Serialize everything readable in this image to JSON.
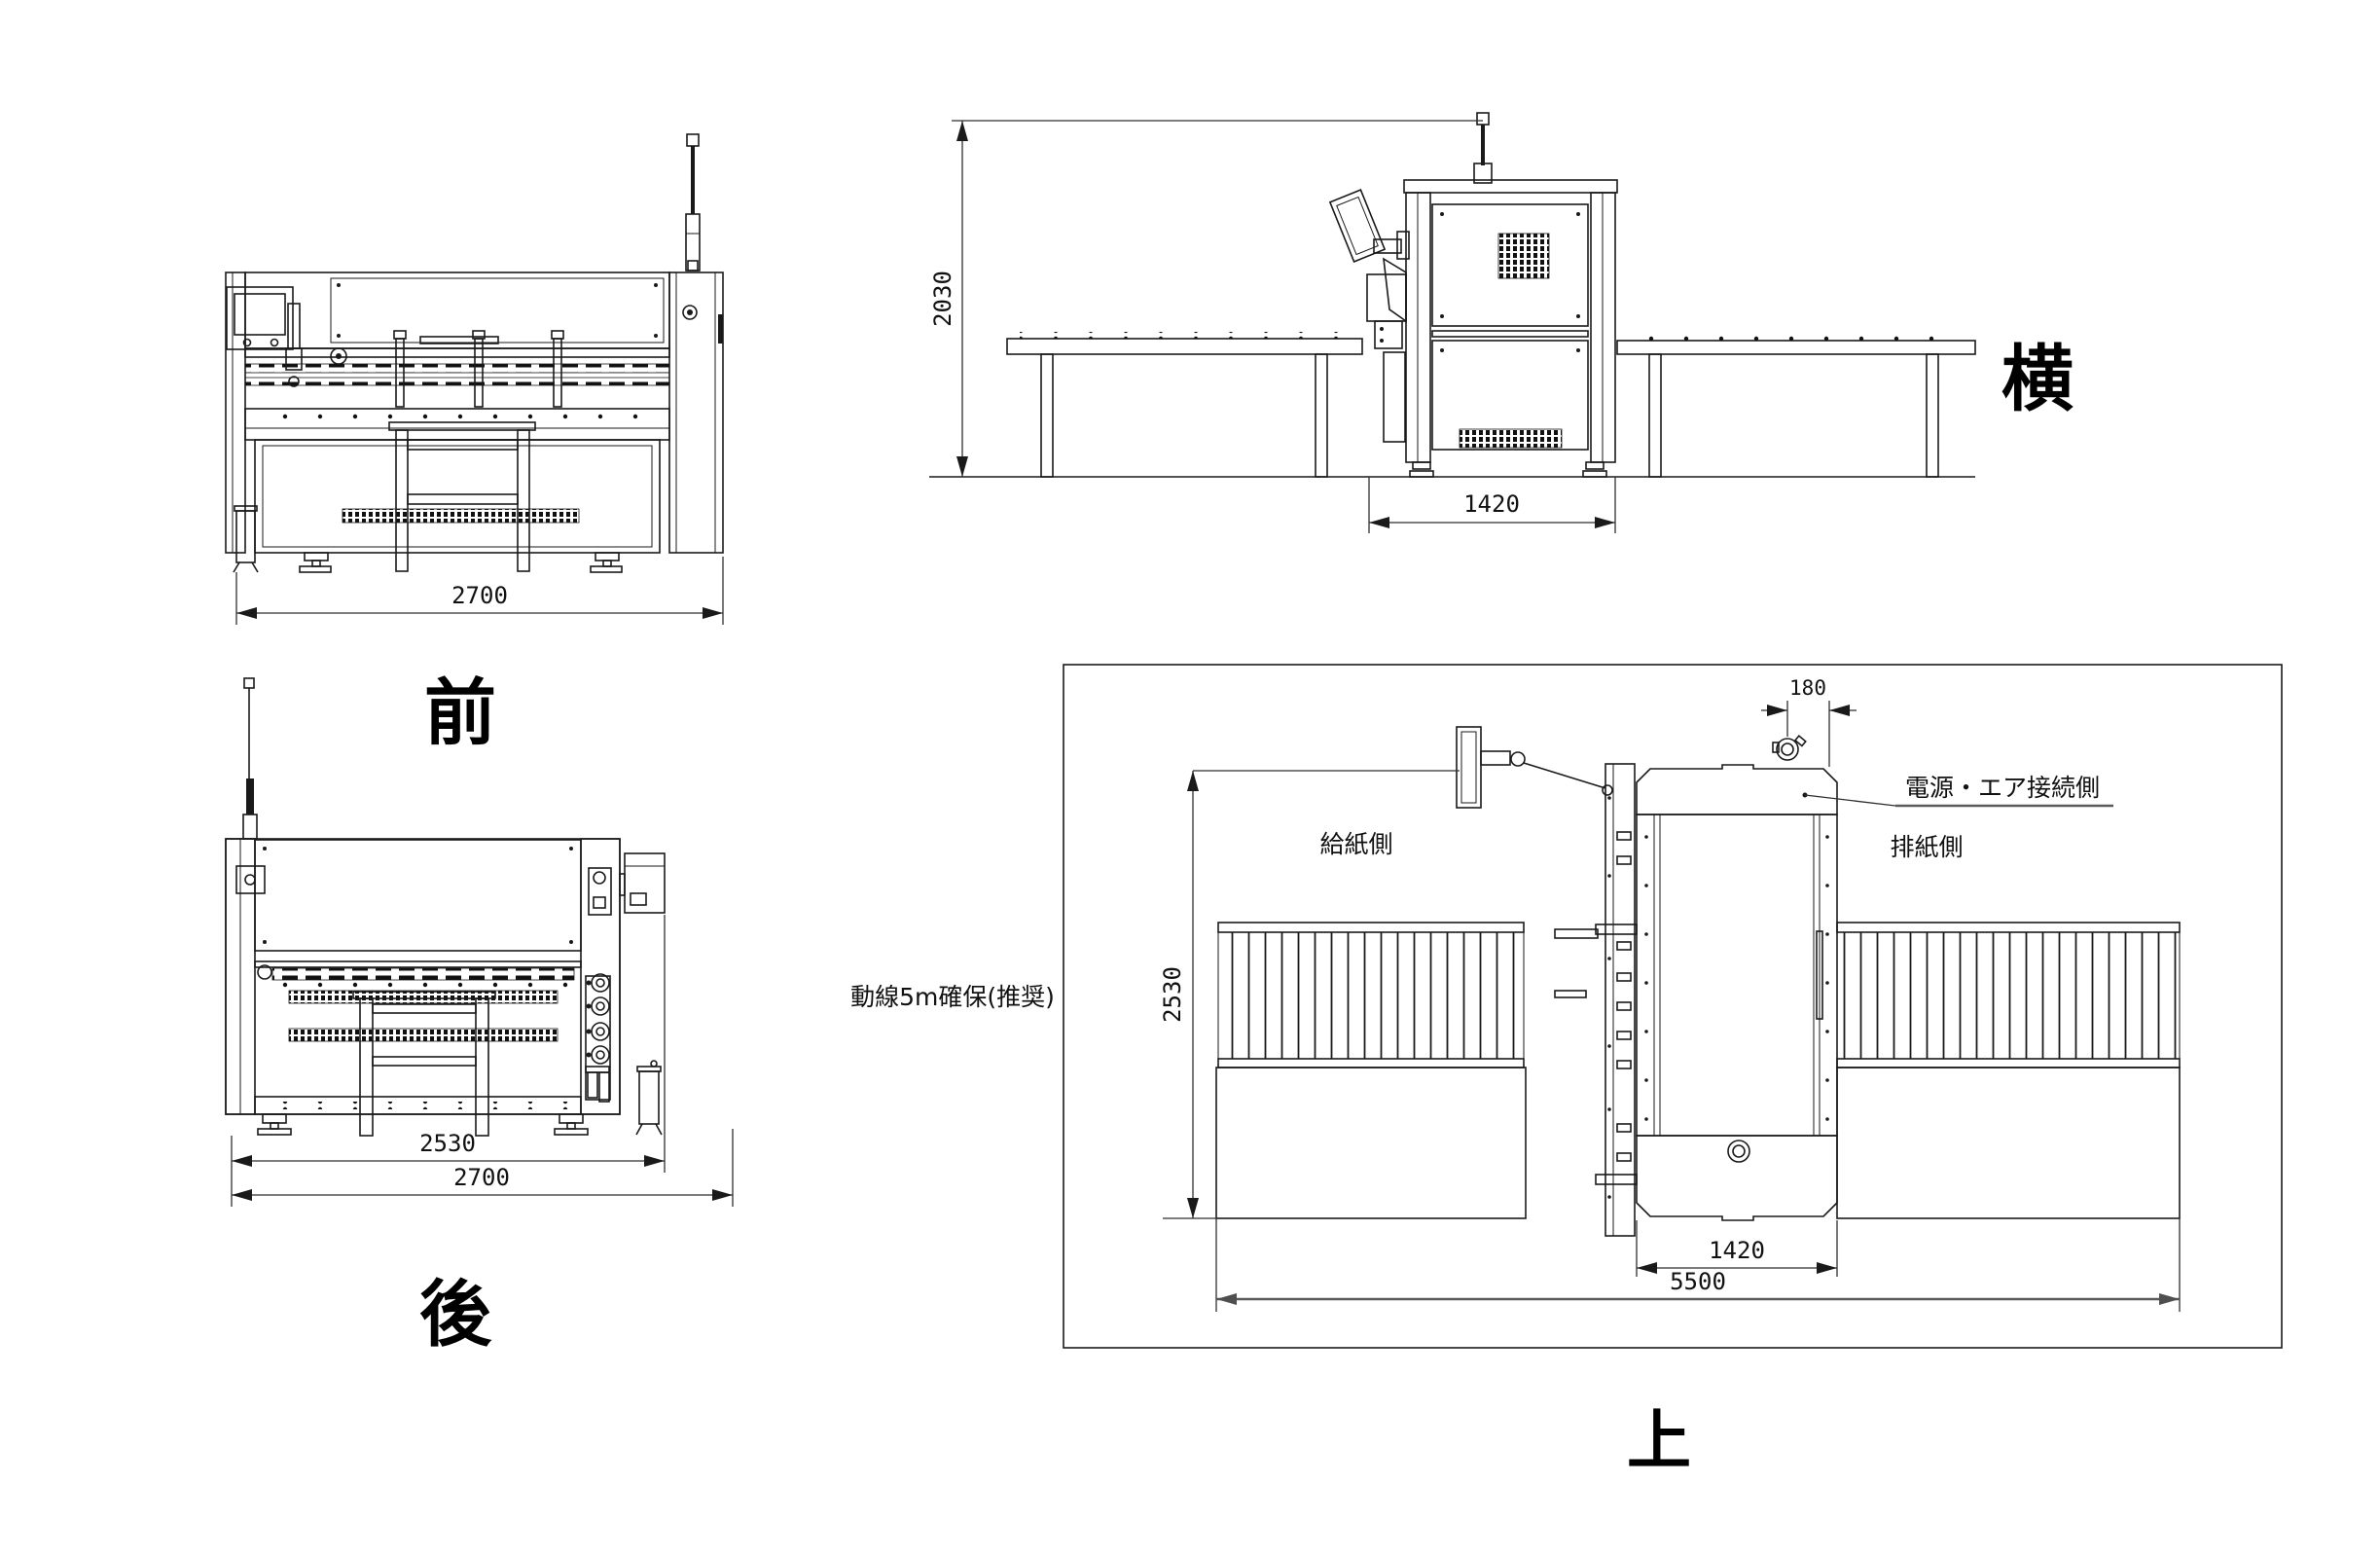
{
  "page": {
    "background": "#ffffff"
  },
  "drawing": {
    "type": "machine-installation-drawing",
    "colors": {
      "line": "#1a1a1a",
      "dim": "#2f2f2f",
      "dim_heavy": "#5a5a5a",
      "label": "#000000",
      "background": "#ffffff"
    },
    "views": {
      "front": {
        "label": "前",
        "dims": {
          "overall_width": "2700"
        }
      },
      "side": {
        "label": "横",
        "dims": {
          "overall_height": "2030",
          "machine_depth": "1420"
        }
      },
      "rear": {
        "label": "後",
        "dims": {
          "body_width": "2530",
          "overall_width": "2700"
        }
      },
      "top": {
        "label": "上",
        "dims": {
          "machine_depth": "2530",
          "body_width": "1420",
          "overall_length": "5500",
          "connector_offset": "180"
        },
        "annotations": {
          "feed_side": "給紙側",
          "exit_side": "排紙側",
          "power_air_side": "電源・エア接続側",
          "clearance_note": "動線5m確保(推奨)"
        }
      }
    }
  }
}
